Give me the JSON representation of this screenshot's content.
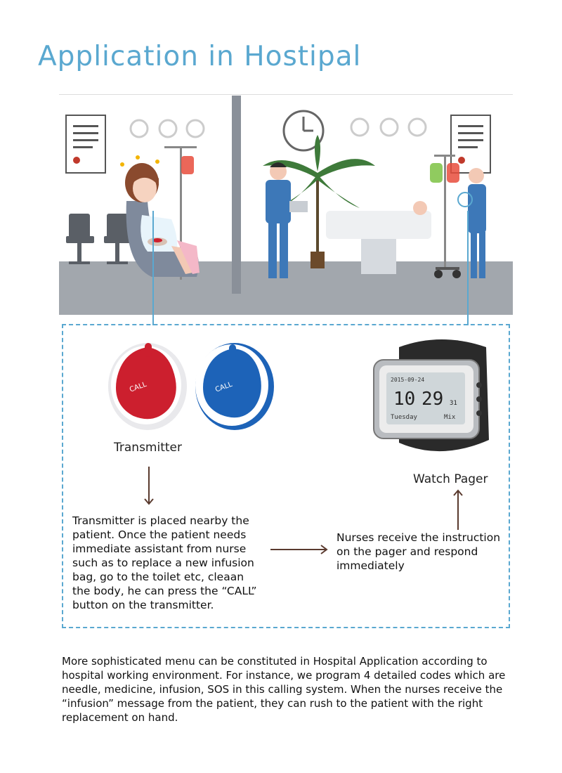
{
  "title": "Application in Hostipal",
  "scene": {
    "button_text": "CALL",
    "watch_date": "2015-09-24",
    "watch_time_hour": "10",
    "watch_time_min": "29",
    "watch_time_sec": "31",
    "watch_day": "Tuesday",
    "watch_code": "Mix"
  },
  "labels": {
    "transmitter": "Transmitter",
    "watch_pager": "Watch Pager"
  },
  "descriptions": {
    "transmitter_lines": [
      "Transmitter is placed nearby the",
      "patient. Once the patient needs",
      "immediate assistant from nurse",
      "such as to replace a new infusion",
      "bag, go to the toilet etc, cleaan",
      "the body, he can press the “CALL”",
      "button on the transmitter."
    ],
    "pager_lines": [
      "Nurses receive the instruction",
      "on the pager and respond",
      "immediately"
    ]
  },
  "footer_text": "More sophisticated menu can be constituted in Hospital Application according to hospital working environment. For instance, we program 4 detailed codes which are needle, medicine, infusion, SOS in this calling system. When the nurses receive the “infusion” message  from the patient, they can rush to the patient with the right replacement on hand.",
  "colors": {
    "accent": "#5aa8d0",
    "red_button": "#cc1f2e",
    "blue_button": "#1d63b8",
    "floor": "#a2a7ad",
    "arrow": "#5a3a2e"
  }
}
